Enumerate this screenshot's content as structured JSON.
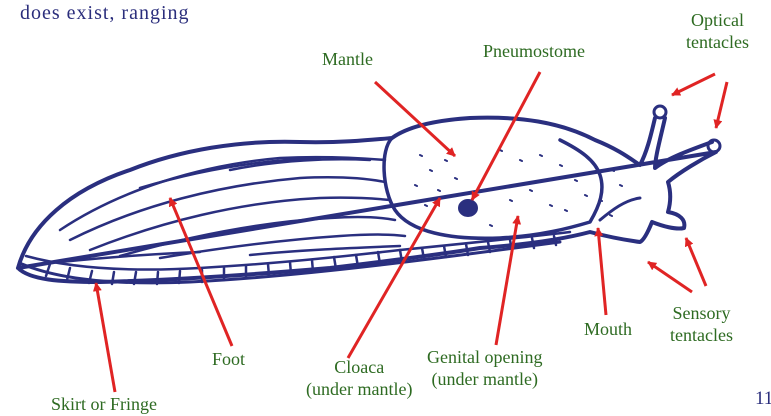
{
  "intro_text": "does exist, ranging",
  "page_number": "11",
  "colors": {
    "label_text": "#2e6b22",
    "intro_text": "#2b2e7c",
    "page_number": "#2b2e7c",
    "slug_outline": "#2a2f7f",
    "arrow": "#e02424"
  },
  "labels": {
    "mantle": [
      "Mantle"
    ],
    "pneumostome": [
      "Pneumostome"
    ],
    "optical_tentacles": [
      "Optical",
      "tentacles"
    ],
    "foot": [
      "Foot"
    ],
    "skirt": [
      "Skirt or Fringe"
    ],
    "cloaca": [
      "Cloaca",
      "(under mantle)"
    ],
    "genital_opening": [
      "Genital opening",
      "(under mantle)"
    ],
    "mouth": [
      "Mouth"
    ],
    "sensory_tentacles": [
      "Sensory",
      "tentacles"
    ]
  },
  "icons": {
    "slug": "slug-illustration",
    "arrows": "red-pointer-arrow"
  }
}
